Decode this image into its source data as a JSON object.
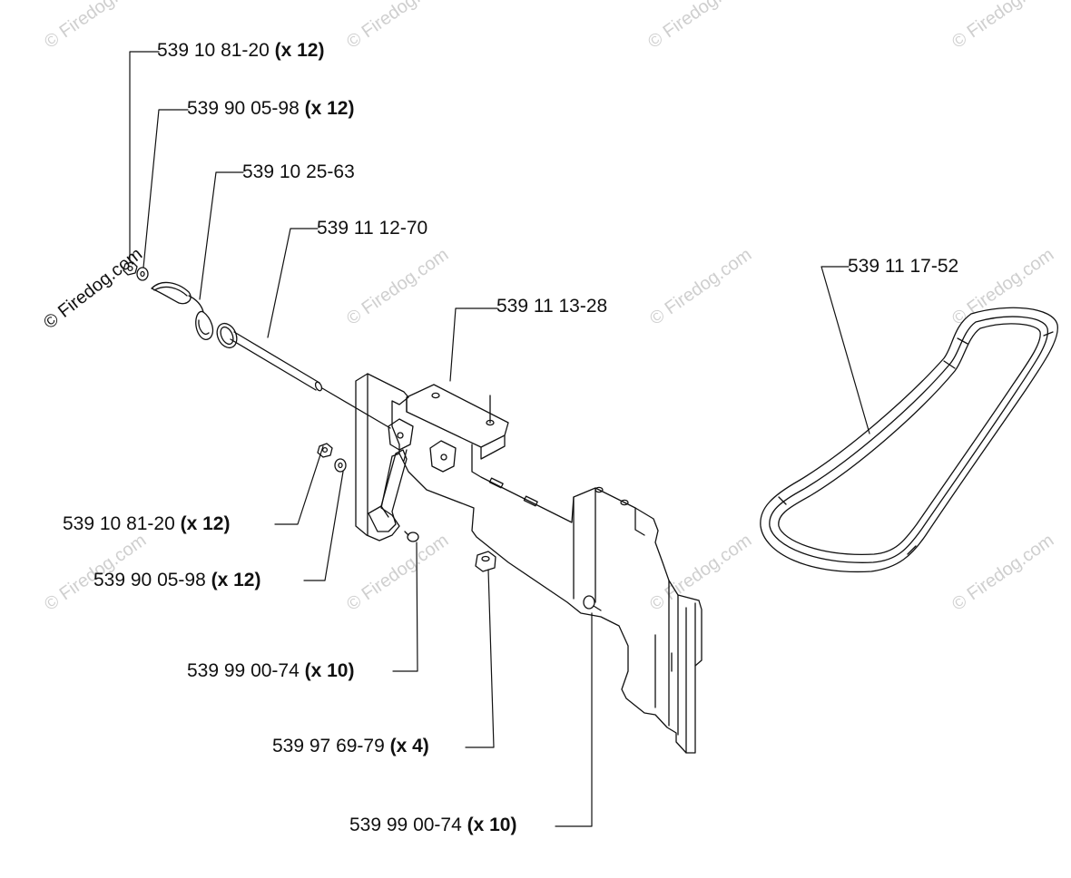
{
  "watermark": {
    "text": "© Firedog.com",
    "primary_text": "© Firedog.com"
  },
  "callouts": [
    {
      "part_number": "539 10 81-20",
      "qty": "(x 12)"
    },
    {
      "part_number": "539 90 05-98",
      "qty": "(x 12)"
    },
    {
      "part_number": "539 10 25-63",
      "qty": ""
    },
    {
      "part_number": "539 11 12-70",
      "qty": ""
    },
    {
      "part_number": "539 11 13-28",
      "qty": ""
    },
    {
      "part_number": "539 11 17-52",
      "qty": ""
    },
    {
      "part_number": "539 10 81-20",
      "qty": "(x 12)"
    },
    {
      "part_number": "539 90 05-98",
      "qty": "(x 12)"
    },
    {
      "part_number": "539 99 00-74",
      "qty": "(x 10)"
    },
    {
      "part_number": "539 97 69-79",
      "qty": "(x 4)"
    },
    {
      "part_number": "539 99 00-74",
      "qty": "(x 10)"
    }
  ]
}
